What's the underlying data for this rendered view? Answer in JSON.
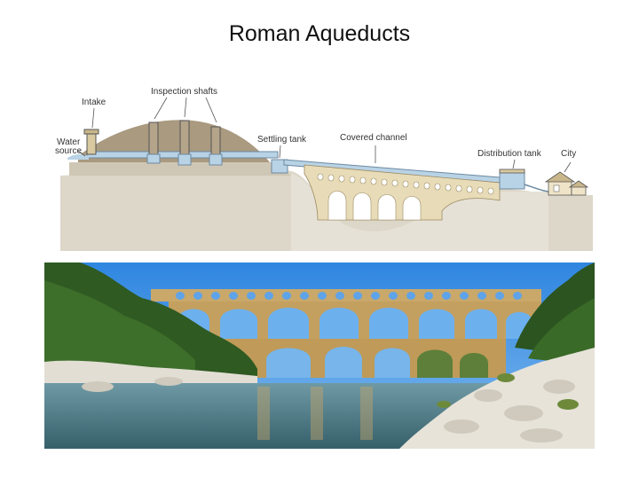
{
  "title": "Roman Aqueducts",
  "diagram": {
    "labels": {
      "intake": "Intake",
      "inspection_shafts": "Inspection shafts",
      "water_source_line1": "Water",
      "water_source_line2": "source",
      "settling_tank": "Settling tank",
      "covered_channel": "Covered channel",
      "distribution_tank": "Distribution tank",
      "city": "City"
    },
    "colors": {
      "hill": "#a99a80",
      "ground": "#d8d2c4",
      "stone": "#e8dcb8",
      "water": "#b9d3e6",
      "channel_outline": "#6d8aa0"
    }
  },
  "photo": {
    "subject": "Pont du Gard aqueduct over river",
    "colors": {
      "sky": "#3b8fe0",
      "stone": "#c9a86a",
      "trees": "#2f5a22",
      "river": "#4f7b86",
      "rocks": "#e7e3d9"
    }
  }
}
